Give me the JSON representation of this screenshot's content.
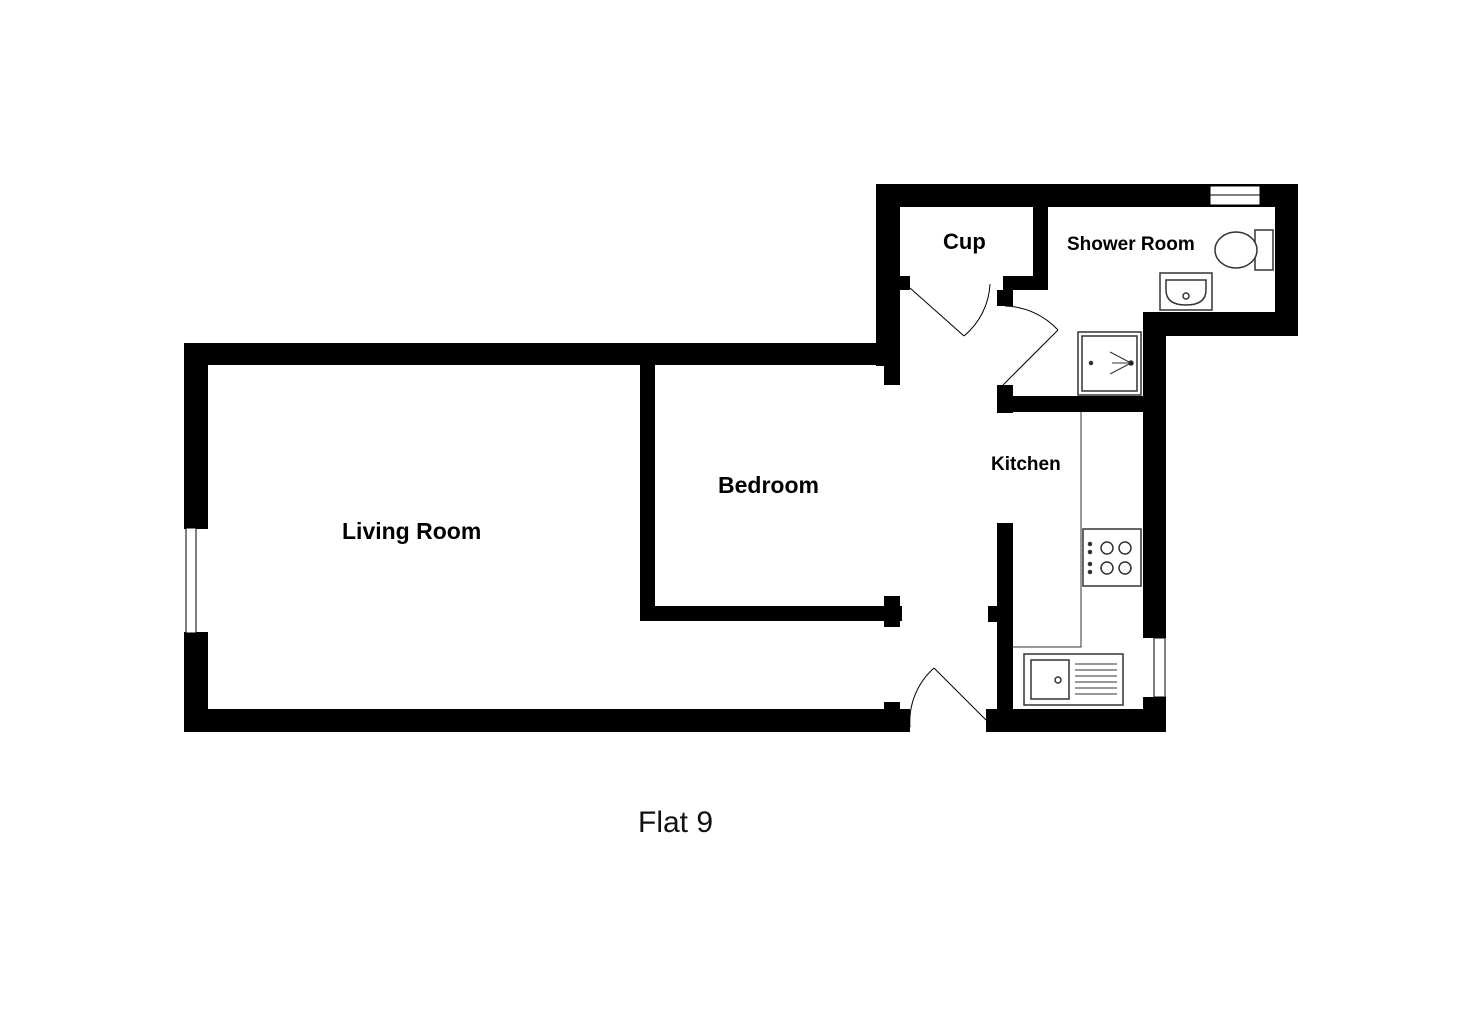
{
  "plan_title": "Flat 9",
  "rooms": {
    "living_room": "Living Room",
    "bedroom": "Bedroom",
    "kitchen": "Kitchen",
    "cupboard": "Cup",
    "shower_room": "Shower Room"
  },
  "colors": {
    "wall": "#000000",
    "background": "#ffffff",
    "fixture_stroke": "#333333",
    "window_fill": "#ffffff"
  },
  "icons": {
    "toilet": "toilet-icon",
    "basin": "basin-icon",
    "shower": "shower-tray-icon",
    "hob": "hob-icon",
    "sink": "sink-icon"
  }
}
